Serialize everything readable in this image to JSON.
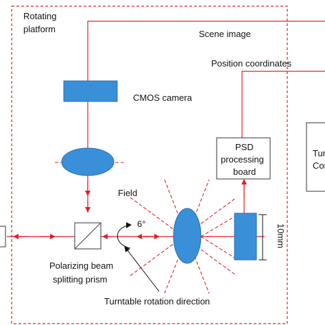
{
  "colors": {
    "beam": "#e31e24",
    "component": "#3a8fd9",
    "component_stroke": "#2a6cab",
    "outline": "#555555",
    "text": "#111111"
  },
  "labels": {
    "rotating_platform_line1": "Rotating",
    "rotating_platform_line2": "platform",
    "scene_image": "Scene image",
    "position_coordinates": "Position coordinates",
    "cmos_camera": "CMOS camera",
    "psd_line1": "PSD",
    "psd_line2": "processing",
    "psd_line3": "board",
    "turntable_controller_line1": "Tur",
    "turntable_controller_line2": "Con",
    "field": "Field",
    "angle": "6°",
    "dimension": "10mm",
    "prism_line1": "Polarizing beam",
    "prism_line2": "splitting prism",
    "rotation_direction": "Turntable rotation direction"
  }
}
